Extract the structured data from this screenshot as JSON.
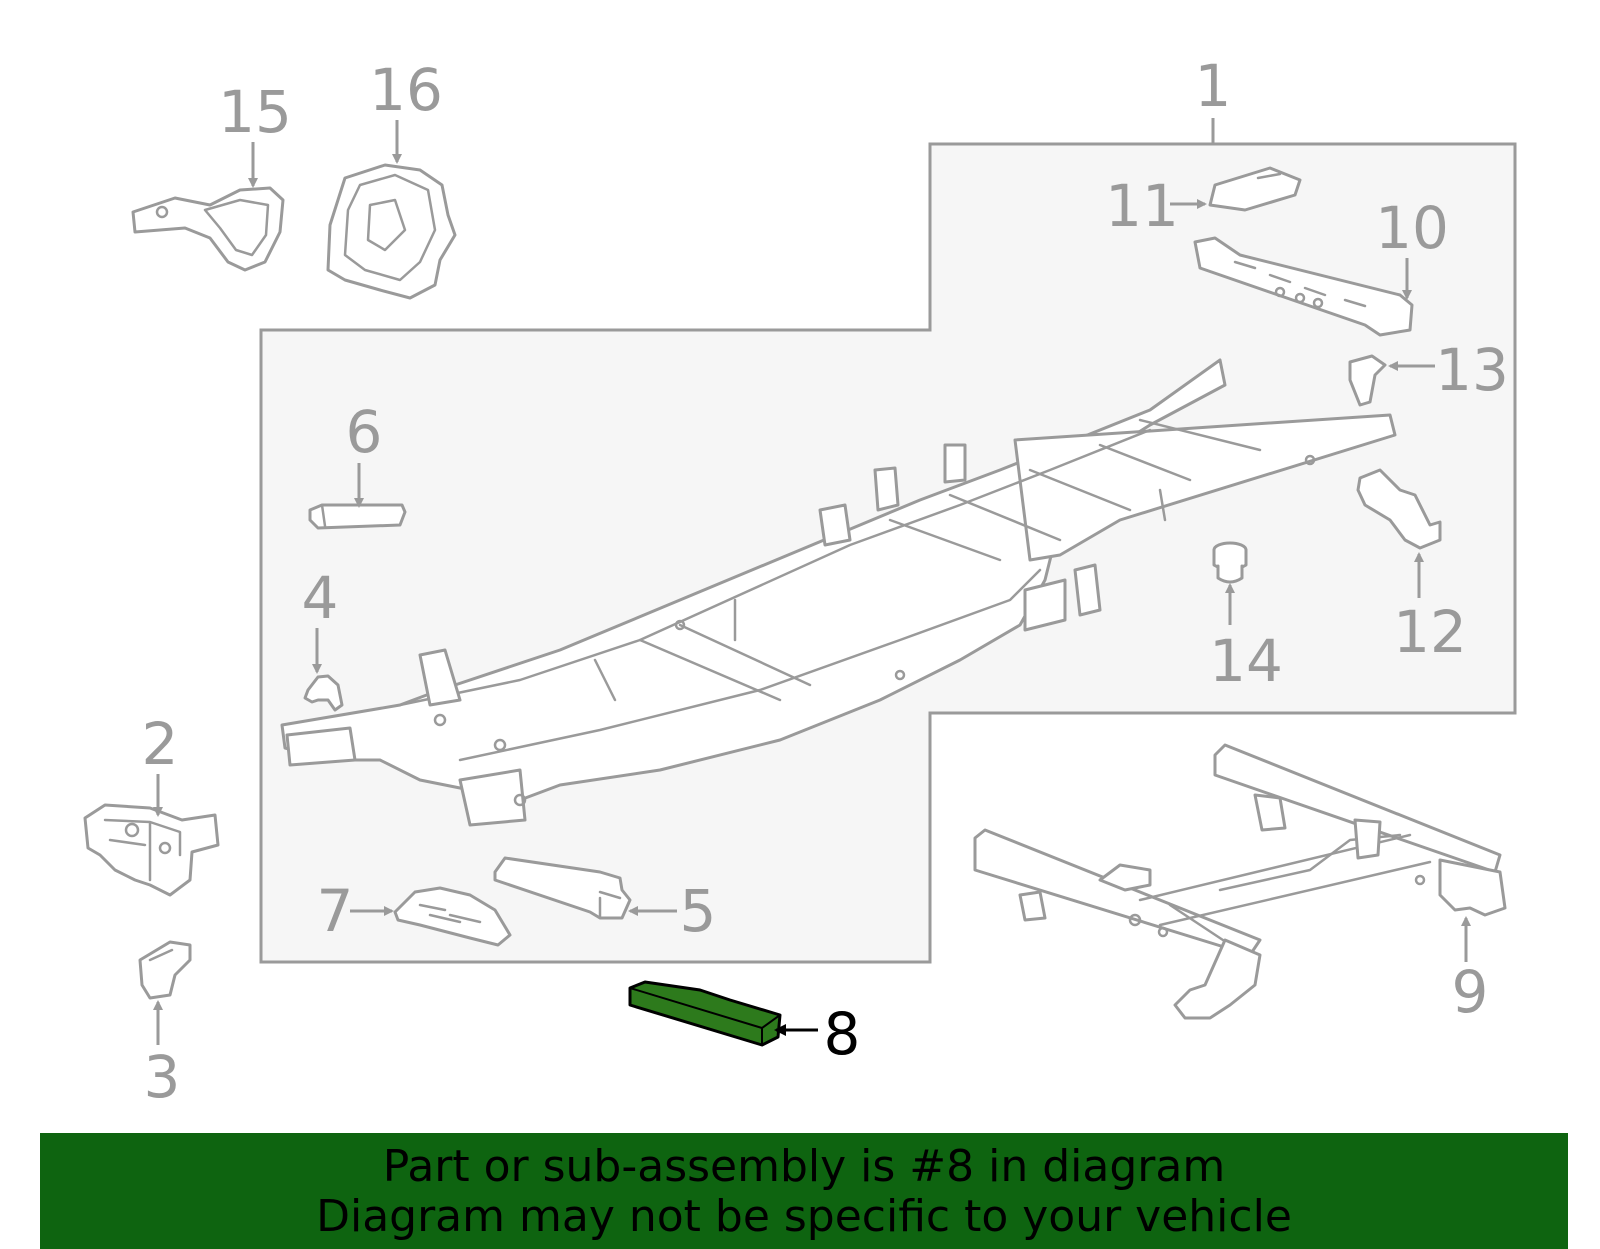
{
  "callouts": {
    "c1": "1",
    "c2": "2",
    "c3": "3",
    "c4": "4",
    "c5": "5",
    "c6": "6",
    "c7": "7",
    "c8": "8",
    "c9": "9",
    "c10": "10",
    "c11": "11",
    "c12": "12",
    "c13": "13",
    "c14": "14",
    "c15": "15",
    "c16": "16"
  },
  "highlighted_part": "8",
  "colors": {
    "highlight": "#2d7a1c",
    "banner": "#0e6410",
    "line_gray": "#9a9a9a",
    "box_fill": "#f6f6f6"
  },
  "banner": {
    "line1": "Part or sub-assembly is #8 in diagram",
    "line2": "Diagram may not be specific to your vehicle"
  }
}
